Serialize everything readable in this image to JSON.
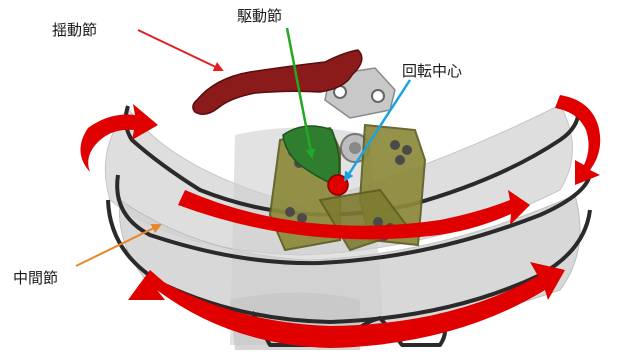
{
  "labels": {
    "rocking_link": "揺動節",
    "driving_link": "駆動節",
    "center_of_rotation": "回転中心",
    "intermediate_link": "中間節"
  },
  "colors": {
    "rocking_link": "#8b1a1a",
    "driving_link": "#2f7d2f",
    "center_of_rotation": "#e00000",
    "arrows": "#e00000",
    "pointer_rocking": "#e02020",
    "pointer_driving": "#22a822",
    "pointer_center": "#1aa3e0",
    "pointer_intermediate": "#e8862a",
    "plates": "#d6d6d6",
    "frame": "#2a2a2a",
    "gear_plates": "#8c8a3a"
  }
}
